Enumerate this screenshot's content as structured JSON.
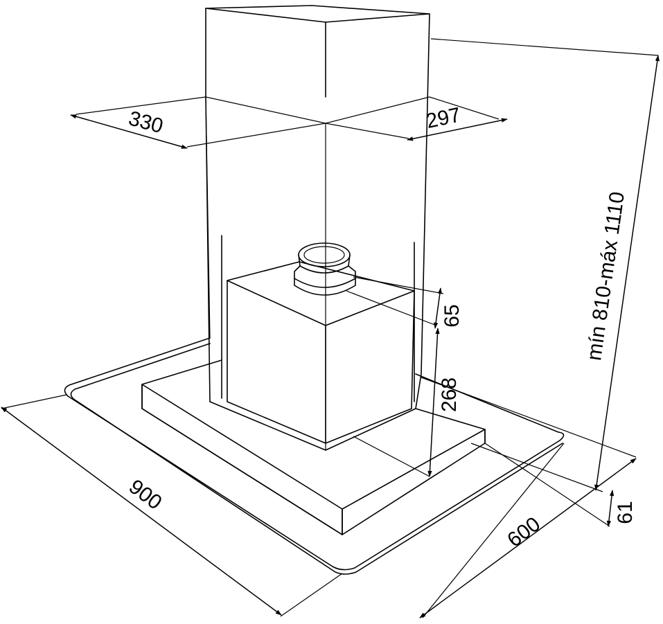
{
  "dimensions": {
    "chimney_width": "330",
    "chimney_depth": "297",
    "height_range": "mín 810-máx 1110",
    "outlet_height": "65",
    "motor_height": "268",
    "glass_thickness": "61",
    "hood_width": "900",
    "hood_depth": "600"
  }
}
